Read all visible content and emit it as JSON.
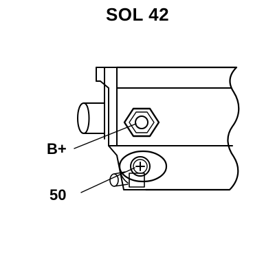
{
  "title": "SOL 42",
  "labels": {
    "battery_terminal": "B+",
    "switch_terminal": "50"
  },
  "colors": {
    "line": "#000000",
    "background": "#ffffff"
  },
  "icons": {
    "battery_terminal": "hex-nut-icon",
    "switch_terminal": "phillips-screw-icon"
  }
}
